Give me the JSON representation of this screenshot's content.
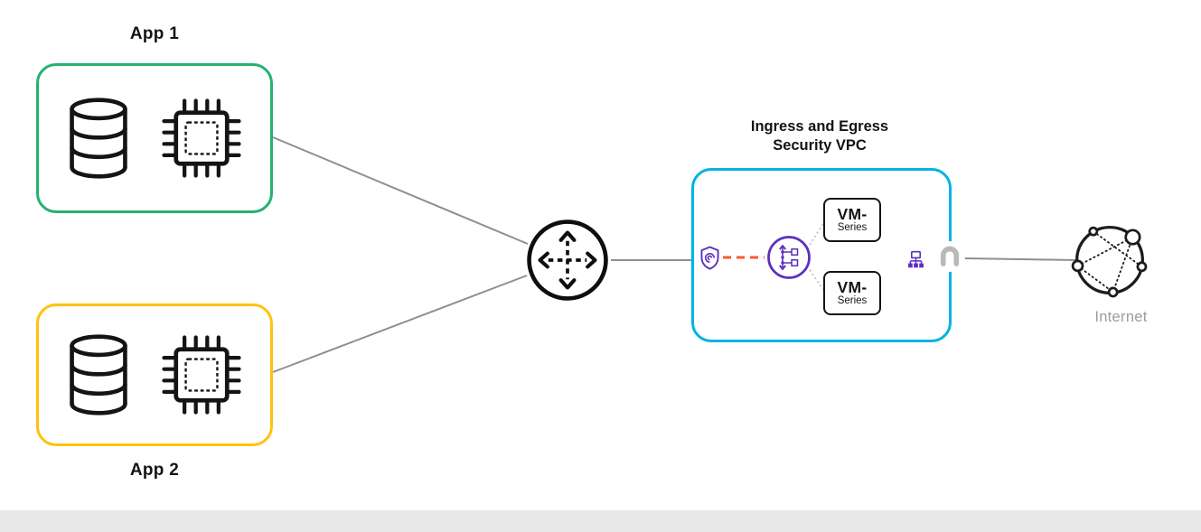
{
  "colors": {
    "green": "#26b170",
    "yellow": "#ffc20e",
    "cyan": "#00b3e3",
    "purple": "#5b2fc0",
    "orange": "#fa582d",
    "wire": "#8f8f8f",
    "ink": "#141414",
    "muted": "#9b9b9b",
    "footer": "#e8e8e8"
  },
  "diagram": {
    "app1": {
      "label": "App 1",
      "icons": [
        "database-icon",
        "cpu-chip-icon"
      ]
    },
    "app2": {
      "label": "App 2",
      "icons": [
        "database-icon",
        "cpu-chip-icon"
      ]
    },
    "transit_gateway": {
      "icon": "transit-gateway-icon"
    },
    "vpc": {
      "title_line1": "Ingress and Egress",
      "title_line2": "Security VPC",
      "icons": [
        "gwlb-endpoint-shield-icon",
        "gateway-load-balancer-icon",
        "subnet-tree-icon",
        "nat-arch-icon"
      ],
      "vm_series": [
        {
          "line1": "VM-",
          "line2": "Series"
        },
        {
          "line1": "VM-",
          "line2": "Series"
        }
      ]
    },
    "internet": {
      "label": "Internet",
      "icon": "internet-globe-icon"
    }
  }
}
